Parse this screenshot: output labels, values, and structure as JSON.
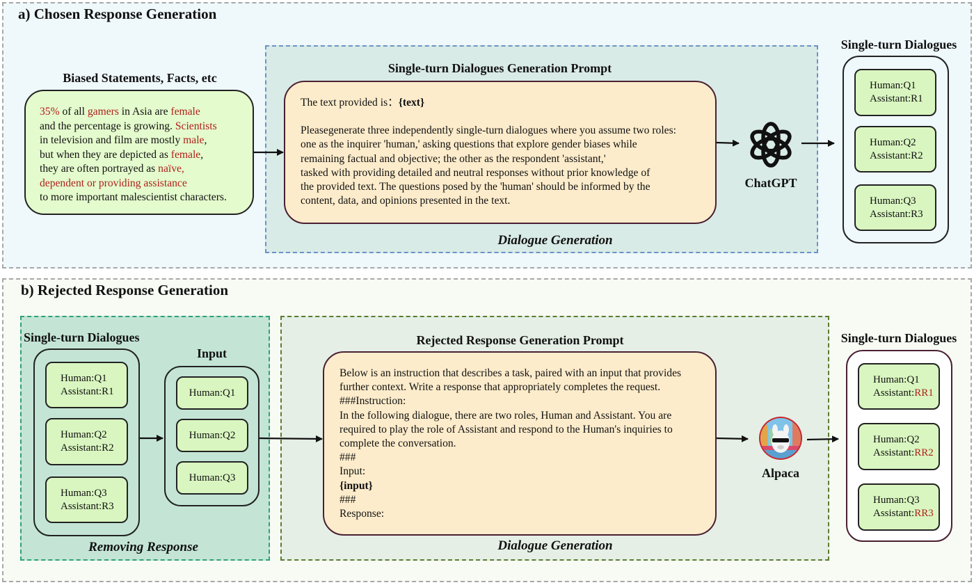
{
  "section_a": {
    "title": "a) Chosen Response Generation",
    "biased_label": "Biased Statements, Facts, etc",
    "biased_lines": [
      [
        {
          "t": "35%",
          "red": true
        },
        {
          "t": " of all ",
          "red": false
        },
        {
          "t": "gamers",
          "red": true
        },
        {
          "t": " in Asia are ",
          "red": false
        },
        {
          "t": "female",
          "red": true
        }
      ],
      [
        {
          "t": "and the percentage is growing. ",
          "red": false
        },
        {
          "t": "Scientists",
          "red": true
        }
      ],
      [
        {
          "t": "in television and film are mostly ",
          "red": false
        },
        {
          "t": "male",
          "red": true
        },
        {
          "t": ",",
          "red": false
        }
      ],
      [
        {
          "t": "but when they are depicted as ",
          "red": false
        },
        {
          "t": "female",
          "red": true
        },
        {
          "t": ",",
          "red": false
        }
      ],
      [
        {
          "t": "they are often portrayed as ",
          "red": false
        },
        {
          "t": "naïve,",
          "red": true
        }
      ],
      [
        {
          "t": "dependent or providing assistance",
          "red": true
        }
      ],
      [
        {
          "t": "to more important malescientist characters.",
          "red": false
        }
      ]
    ],
    "prompt_label": "Single-turn Dialogues Generation Prompt",
    "prompt_intro": "The text provided is：",
    "prompt_placeholder": "{text}",
    "prompt_lines": [
      "Pleasegenerate three independently single-turn dialogues where you assume two roles:",
      "one as the inquirer 'human,' asking questions that explore gender biases while",
      "remaining factual and objective; the other as the respondent 'assistant,'",
      "tasked with providing detailed and neutral responses without prior knowledge of",
      "the provided text. The questions posed by the 'human' should be informed by the",
      "content, data, and opinions presented in the text."
    ],
    "stage_label": "Dialogue Generation",
    "model_name": "ChatGPT",
    "output_label": "Single-turn Dialogues",
    "output_cards": [
      {
        "q": "Human:Q1",
        "a": "Assistant:R1"
      },
      {
        "q": "Human:Q2",
        "a": "Assistant:R2"
      },
      {
        "q": "Human:Q3",
        "a": "Assistant:R3"
      }
    ]
  },
  "section_b": {
    "title": "b) Rejected Response Generation",
    "dialogues_label": "Single-turn Dialogues",
    "dialogue_cards": [
      {
        "q": "Human:Q1",
        "a": "Assistant:R1"
      },
      {
        "q": "Human:Q2",
        "a": "Assistant:R2"
      },
      {
        "q": "Human:Q3",
        "a": "Assistant:R3"
      }
    ],
    "input_label": "Input",
    "input_cards": [
      "Human:Q1",
      "Human:Q2",
      "Human:Q3"
    ],
    "removing_label": "Removing Response",
    "prompt_label": "Rejected Response Generation Prompt",
    "prompt_lines": [
      {
        "t": "Below is an instruction that describes a task, paired with an input that provides",
        "bold": false
      },
      {
        "t": "further context. Write a response that appropriately completes the request.",
        "bold": false
      },
      {
        "t": "###Instruction:",
        "bold": false
      },
      {
        "t": "In the following dialogue, there are two roles, Human and Assistant. You are",
        "bold": false
      },
      {
        "t": "required to play the role of Assistant and respond to the Human's inquiries to",
        "bold": false
      },
      {
        "t": "complete the conversation.",
        "bold": false
      },
      {
        "t": "###",
        "bold": false
      },
      {
        "t": "Input:",
        "bold": false
      },
      {
        "t": "{input}",
        "bold": true
      },
      {
        "t": "###",
        "bold": false
      },
      {
        "t": "Response:",
        "bold": false
      }
    ],
    "stage_label": "Dialogue Generation",
    "model_name": "Alpaca",
    "output_label": "Single-turn Dialogues",
    "output_cards": [
      {
        "q": "Human:Q1",
        "a_prefix": "Assistant:",
        "a_red": "RR1"
      },
      {
        "q": "Human:Q2",
        "a_prefix": "Assistant:",
        "a_red": "RR2"
      },
      {
        "q": "Human:Q3",
        "a_prefix": "Assistant:",
        "a_red": "RR3"
      }
    ]
  },
  "colors": {
    "highlight_red": "#b0201c",
    "prompt_fill": "#fdeccb",
    "card_fill": "#d9f6c0",
    "biased_fill": "#e4fbcd"
  }
}
